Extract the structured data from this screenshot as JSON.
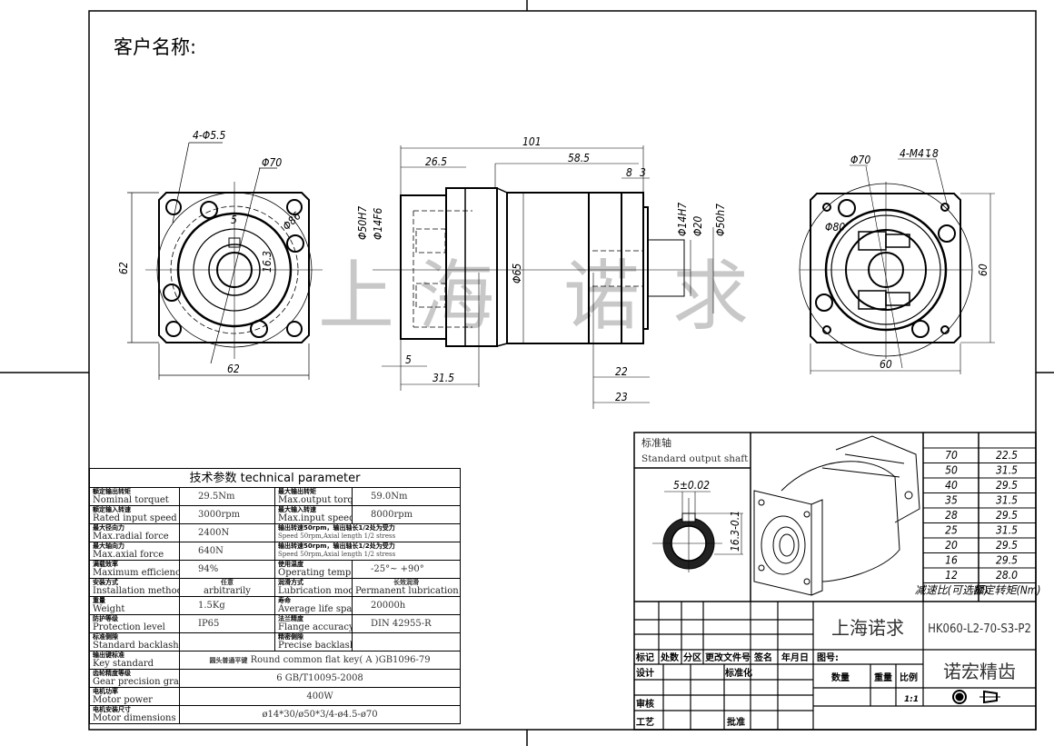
{
  "header": {
    "customer_label": "客户名称:"
  },
  "watermark": [
    "上",
    "海",
    "诺",
    "求"
  ],
  "front_view": {
    "holes": "4-Φ5.5",
    "pcd": "Φ70",
    "diag": "Φ86",
    "key_width": "5",
    "key_height": "16.3",
    "width": "62",
    "height": "62"
  },
  "side_view": {
    "total_length": "101",
    "motor_flange_len": "26.5",
    "body_len": "58.5",
    "flange_thick": "8",
    "step": "3",
    "spigot": "5",
    "adapter_len": "31.5",
    "shaft_len1": "22",
    "shaft_len2": "23",
    "d_input_spigot": "Φ50H7",
    "d_input_bore": "Φ14F6",
    "d_body": "Φ65",
    "d_bore": "Φ14H7",
    "d_shaft": "Φ20",
    "d_output_spigot": "Φ50h7"
  },
  "rear_view": {
    "threads": "4-M4↧8",
    "pcd": "Φ70",
    "diag": "Φ80",
    "width": "60",
    "height": "60"
  },
  "param_table": {
    "title": "技术参数  technical parameter",
    "rows": [
      {
        "zh1": "额定输出转矩",
        "en1": "Nominal torquet",
        "v1": "29.5Nm",
        "zh2": "最大输出转矩",
        "en2": "Max.output torque",
        "v2": "59.0Nm"
      },
      {
        "zh1": "额定输入转速",
        "en1": "Rated input speed",
        "v1": "3000rpm",
        "zh2": "最大输入转速",
        "en2": "Max.input speed",
        "v2": "8000rpm"
      },
      {
        "zh1": "最大径向力",
        "en1": "Max.radial force",
        "v1": "2400N",
        "zh2": "输出转速50rpm，输出轴长1/2处为受力",
        "en2": "Speed 50rpm,Axial length 1/2 stress"
      },
      {
        "zh1": "最大轴向力",
        "en1": "Max.axial force",
        "v1": "640N",
        "zh2": "输出转速50rpm，输出轴长1/2处为受力",
        "en2": "Speed 50rpm,Axial length 1/2 stress"
      },
      {
        "zh1": "满载效率",
        "en1": "Maximum efficiency",
        "v1": "94%",
        "zh2": "使用温度",
        "en2": "Operating temp",
        "v2": "-25°~ +90°"
      },
      {
        "zh1": "安装方式",
        "en1": "Installation method",
        "v1zh": "任意",
        "v1": "arbitrarily",
        "zh2": "润滑方式",
        "en2": "Lubrication mode",
        "v2zh": "长效润滑",
        "v2": "Permanent lubrication"
      },
      {
        "zh1": "重量",
        "en1": "Weight",
        "v1": "1.5Kg",
        "zh2": "寿命",
        "en2": "Average life span",
        "v2": "20000h"
      },
      {
        "zh1": "防护等级",
        "en1": "Protection level",
        "v1": "IP65",
        "zh2": "法兰精度",
        "en2": "Flange accuracy",
        "v2": "DIN 42955-R"
      },
      {
        "zh1": "标准侧隙",
        "en1": "Standard backlash",
        "v1": "",
        "zh2": "精密侧隙",
        "en2": "Precise backlash",
        "v2": ""
      }
    ],
    "wide_rows": [
      {
        "zh": "输出键标准",
        "en": "Key standard",
        "vzh": "圆头普通平键",
        "v": "Round common flat key( A )GB1096-79"
      },
      {
        "zh": "齿轮精度等级",
        "en": "Gear precision grade",
        "v": "6 GB/T10095-2008"
      },
      {
        "zh": "电机功率",
        "en": "Motor power",
        "v": "400W"
      },
      {
        "zh": "电机安装尺寸",
        "en": "Motor  dimensions",
        "v": "ø14*30/ø50*3/4-ø4.5-ø70"
      }
    ]
  },
  "shaft_section": {
    "title_zh": "标准轴",
    "title_en": "Standard output shaft",
    "key_width": "5±0.02",
    "key_depth": "16.3-0.1"
  },
  "ratio_table": {
    "header_ratio": "减速比(可选择)",
    "header_torque": "额定转矩(Nm)",
    "rows": [
      {
        "ratio": "70",
        "torque": "22.5"
      },
      {
        "ratio": "50",
        "torque": "31.5"
      },
      {
        "ratio": "40",
        "torque": "29.5"
      },
      {
        "ratio": "35",
        "torque": "31.5"
      },
      {
        "ratio": "28",
        "torque": "29.5"
      },
      {
        "ratio": "25",
        "torque": "31.5"
      },
      {
        "ratio": "20",
        "torque": "29.5"
      },
      {
        "ratio": "16",
        "torque": "29.5"
      },
      {
        "ratio": "12",
        "torque": "28.0"
      }
    ]
  },
  "title_block": {
    "company": "上海诺求",
    "model": "HK060-L2-70-S3-P2",
    "brand": "诺宏精齿",
    "drawing_no_label": "图号:",
    "rev_headers": [
      "标记",
      "处数",
      "分区",
      "更改文件号",
      "签名",
      "年月日"
    ],
    "design": "设计",
    "standardize": "标准化",
    "review": "审核",
    "process": "工艺",
    "approve": "批准",
    "qty": "数量",
    "weight": "重量",
    "scale_label": "比例",
    "scale": "1:1"
  }
}
